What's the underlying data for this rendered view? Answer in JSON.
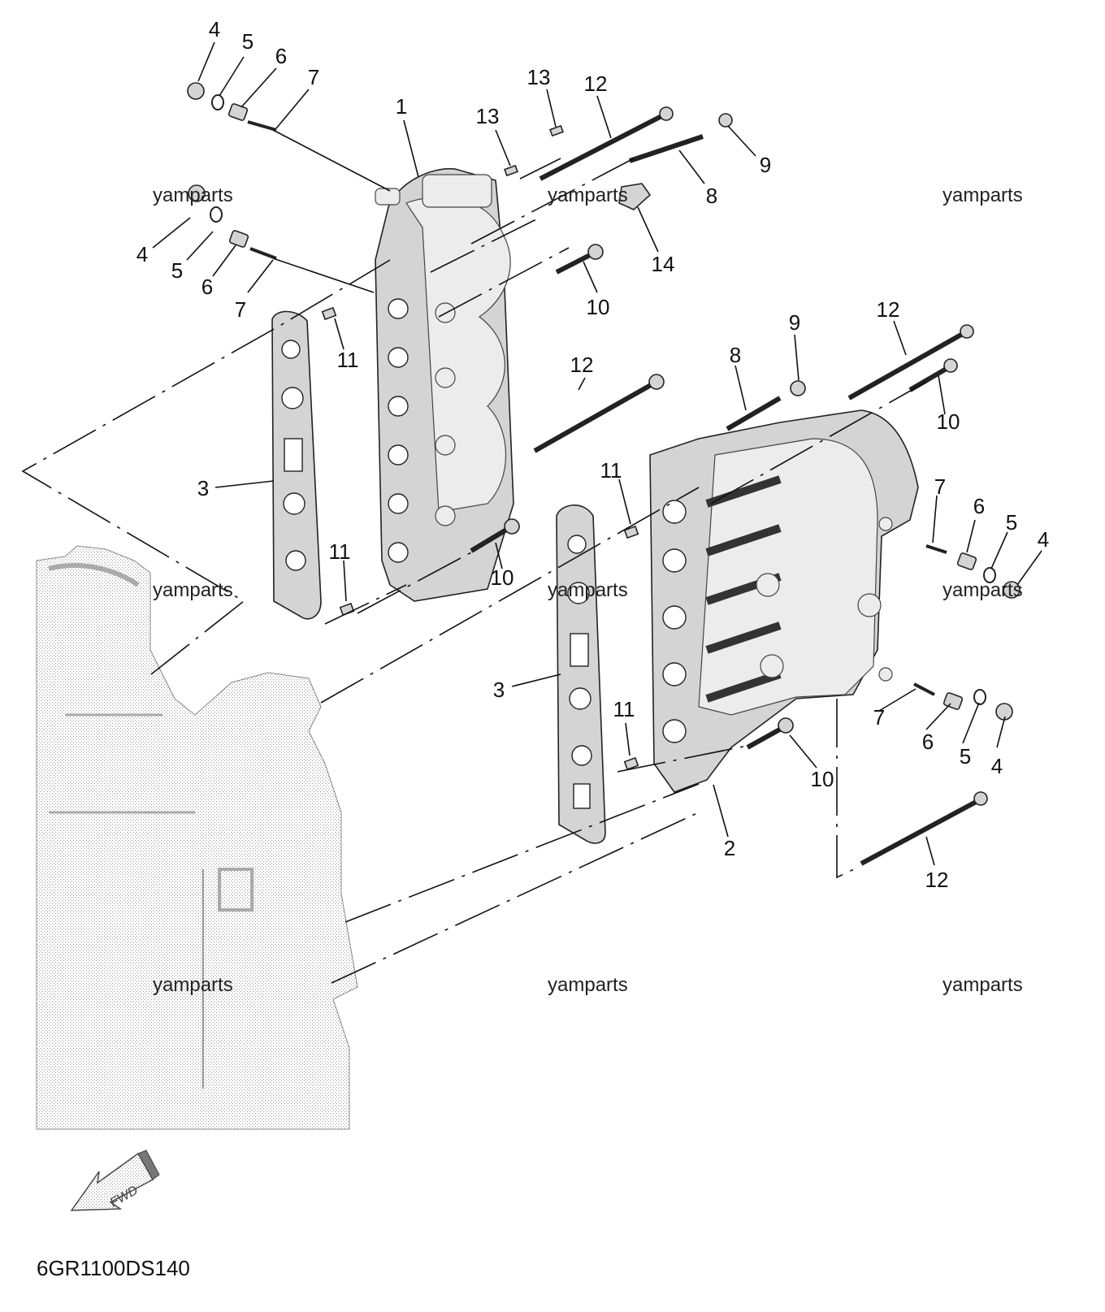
{
  "diagram": {
    "code": "6GR1100DS140",
    "fwd_label": "FWD",
    "watermark": "yamparts",
    "callouts": {
      "c1": "1",
      "c2": "2",
      "c3a": "3",
      "c3b": "3",
      "c4a": "4",
      "c4b": "4",
      "c4c": "4",
      "c4d": "4",
      "c5a": "5",
      "c5b": "5",
      "c5c": "5",
      "c5d": "5",
      "c6a": "6",
      "c6b": "6",
      "c6c": "6",
      "c6d": "6",
      "c7a": "7",
      "c7b": "7",
      "c7c": "7",
      "c7d": "7",
      "c8a": "8",
      "c8b": "8",
      "c9a": "9",
      "c9b": "9",
      "c10a": "10",
      "c10b": "10",
      "c10c": "10",
      "c10d": "10",
      "c11a": "11",
      "c11b": "11",
      "c11c": "11",
      "c11d": "11",
      "c12a": "12",
      "c12b": "12",
      "c12c": "12",
      "c12d": "12",
      "c13a": "13",
      "c13b": "13",
      "c14": "14"
    }
  }
}
